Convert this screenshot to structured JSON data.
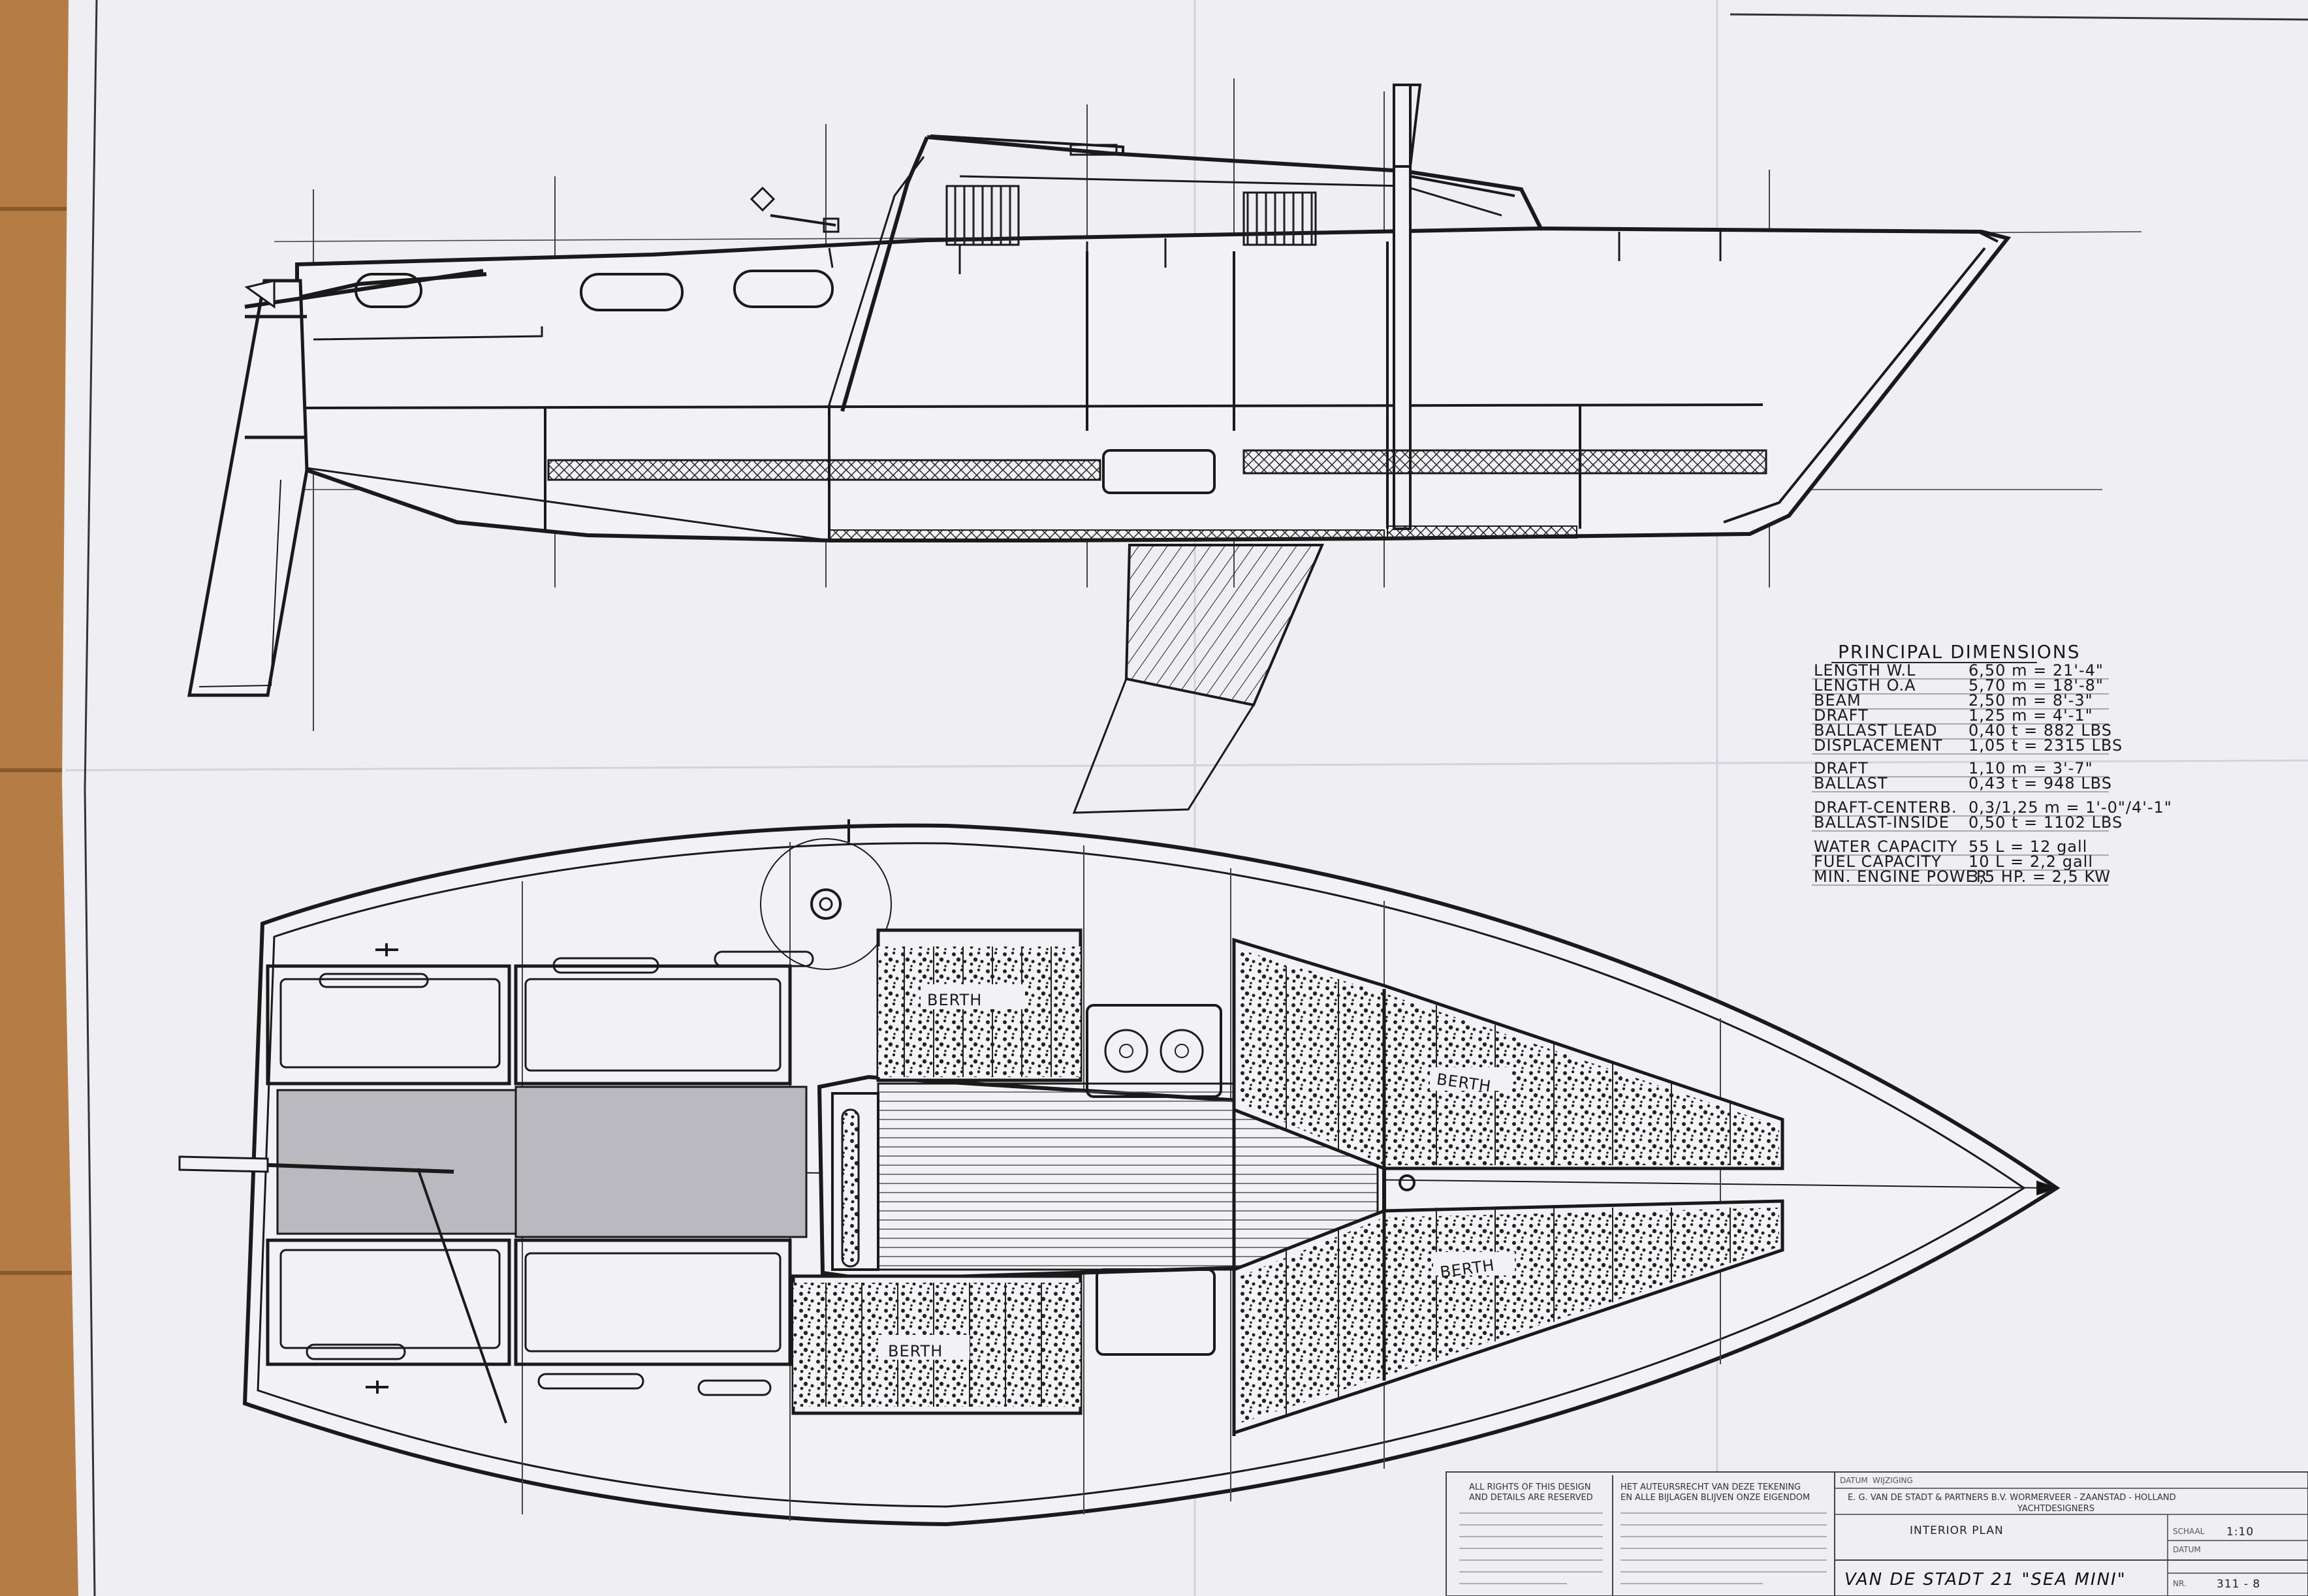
{
  "principal_dimensions": {
    "title": "PRINCIPAL DIMENSIONS",
    "rows": [
      {
        "label": "LENGTH W.L",
        "value": "6,50 m = 21'-4\""
      },
      {
        "label": "LENGTH O.A",
        "value": "5,70 m = 18'-8\""
      },
      {
        "label": "BEAM",
        "value": "2,50 m = 8'-3\""
      },
      {
        "label": "DRAFT",
        "value": "1,25 m = 4'-1\""
      },
      {
        "label": "BALLAST LEAD",
        "value": "0,40 t = 882 LBS"
      },
      {
        "label": "DISPLACEMENT",
        "value": "1,05 t = 2315 LBS"
      },
      {
        "label": "DRAFT",
        "value": "1,10 m = 3'-7\""
      },
      {
        "label": "BALLAST",
        "value": "0,43 t = 948 LBS"
      },
      {
        "label": "DRAFT-CENTERB.",
        "value": "0,3/1,25 m = 1'-0\"/4'-1\""
      },
      {
        "label": "BALLAST-INSIDE",
        "value": "0,50 t = 1102 LBS"
      },
      {
        "label": "WATER CAPACITY",
        "value": "55 L = 12 gall"
      },
      {
        "label": "FUEL CAPACITY",
        "value": "10 L = 2,2 gall"
      },
      {
        "label": "MIN. ENGINE POWER",
        "value": "3,5 HP. = 2,5 KW"
      }
    ]
  },
  "berth_labels": [
    "BERTH",
    "BERTH",
    "BERTH",
    "BERTH"
  ],
  "title_block": {
    "rights_en_1": "ALL RIGHTS OF THIS DESIGN",
    "rights_en_2": "AND DETAILS ARE RESERVED",
    "rights_nl_1": "HET AUTEURSRECHT VAN DEZE TEKENING",
    "rights_nl_2": "EN ALLE BIJLAGEN BLIJVEN ONZE EIGENDOM",
    "datum_label": "DATUM",
    "wijziging_label": "WIJZIGING",
    "company": "E. G. VAN DE STADT & PARTNERS B.V.  WORMERVEER - ZAANSTAD - HOLLAND",
    "subtitle": "YACHTDESIGNERS",
    "drawing_title": "INTERIOR PLAN",
    "schaal_label": "SCHAAL",
    "schaal_value": "1:10",
    "datum2_label": "DATUM",
    "boat_name": "VAN DE STADT 21  \"SEA MINI\"",
    "nr_label": "NR.",
    "drawing_number": "311 - 8"
  }
}
